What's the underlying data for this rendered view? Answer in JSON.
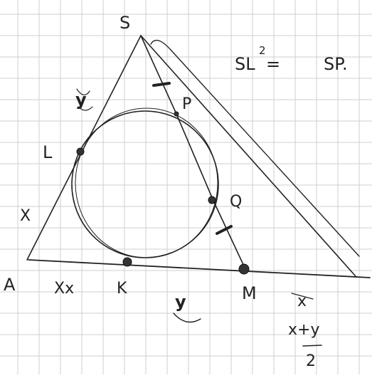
{
  "labels": {
    "S": "S",
    "P": "P",
    "L": "L",
    "Q": "Q",
    "X_left": "X",
    "A": "A",
    "K": "K",
    "M": "M",
    "y_top": "y",
    "y_bottom": "y",
    "x_right": "x",
    "xx": "Xx",
    "formula_top": "SL",
    "formula_sup": "2",
    "formula_eq": "=",
    "formula_right": "SP.",
    "frac_num": "x+y",
    "frac_den": "2"
  }
}
